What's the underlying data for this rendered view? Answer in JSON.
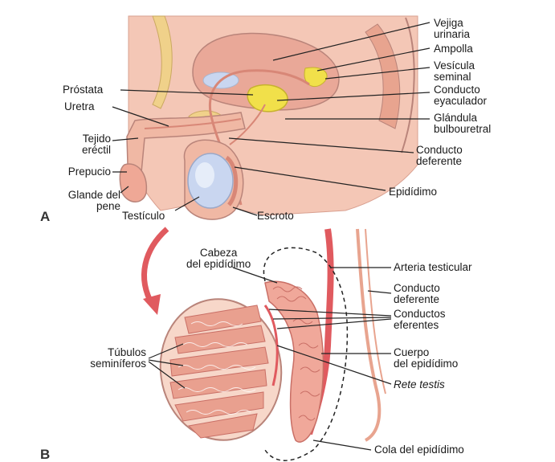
{
  "panel_a": {
    "letter": "A",
    "labels": {
      "vejiga": [
        "Vejiga",
        "urinaria"
      ],
      "ampolla": [
        "Ampolla"
      ],
      "vesicula": [
        "Vesícula",
        "seminal"
      ],
      "conducto_eyac": [
        "Conducto",
        "eyaculador"
      ],
      "glandula": [
        "Glándula",
        "bulbouretral"
      ],
      "conducto_def": [
        "Conducto",
        "deferente"
      ],
      "epididimo": [
        "Epidídimo"
      ],
      "escroto": [
        "Escroto"
      ],
      "testiculo": [
        "Testículo"
      ],
      "glande": [
        "Glande del",
        "pene"
      ],
      "prepucio": [
        "Prepucio"
      ],
      "tejido": [
        "Tejido",
        "eréctil"
      ],
      "uretra": [
        "Uretra"
      ],
      "prostata": [
        "Próstata"
      ]
    }
  },
  "panel_b": {
    "letter": "B",
    "labels": {
      "cabeza": [
        "Cabeza",
        "del epidídimo"
      ],
      "arteria": [
        "Arteria testicular"
      ],
      "conducto_def": [
        "Conducto",
        "deferente"
      ],
      "eferentes": [
        "Conductos",
        "eferentes"
      ],
      "cuerpo": [
        "Cuerpo",
        "del epidídimo"
      ],
      "rete": [
        "Rete testis"
      ],
      "cola": [
        "Cola del epidídimo"
      ],
      "tubulos": [
        "Túbulos",
        "seminíferos"
      ]
    }
  },
  "colors": {
    "tissue": "#f4c7b6",
    "tissue_dark": "#e8a48f",
    "outline": "#b9847a",
    "duct": "#e05a5f",
    "prostate": "#f1e04a",
    "testis": "#c9d6f0",
    "bone": "#f0d18a"
  }
}
